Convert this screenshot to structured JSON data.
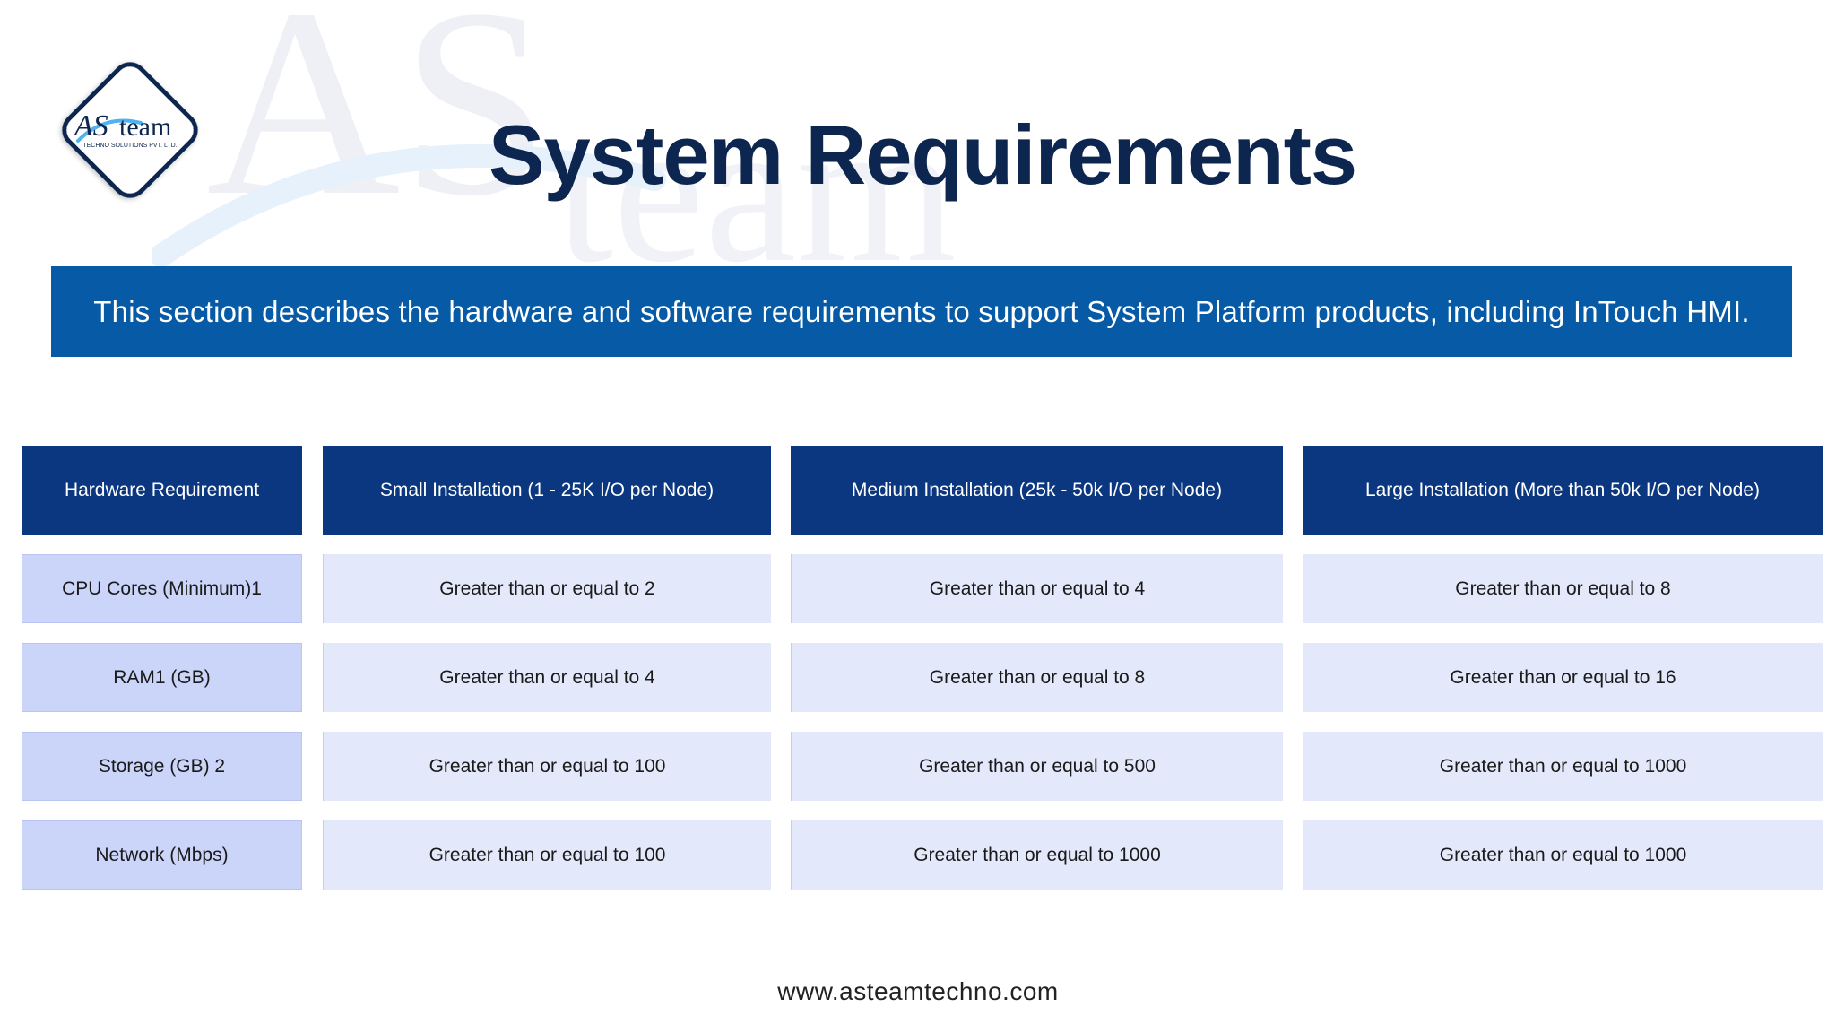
{
  "logo": {
    "brand": "AS team",
    "tagline": "TECHNO SOLUTIONS PVT. LTD."
  },
  "watermark": {
    "text_big": "AS",
    "text_small": "team"
  },
  "title": "System Requirements",
  "banner": {
    "text": "This section describes the hardware and software requirements to support System Platform products, including InTouch HMI."
  },
  "table": {
    "headers": [
      "Hardware Requirement",
      "Small Installation (1 - 25K I/O per Node)",
      "Medium Installation (25k - 50k I/O per Node)",
      "Large Installation (More than 50k I/O per Node)"
    ],
    "rows": [
      [
        "CPU Cores (Minimum)1",
        "Greater than or equal to 2",
        "Greater than or equal to 4",
        "Greater than or equal to 8"
      ],
      [
        "RAM1 (GB)",
        "Greater than or equal to 4",
        "Greater than or equal to 8",
        "Greater than or equal to 16"
      ],
      [
        "Storage (GB) 2",
        "Greater than or equal to 100",
        "Greater than or equal to 500",
        "Greater than or equal to 1000"
      ],
      [
        "Network (Mbps)",
        "Greater than or equal to 100",
        "Greater than or equal to 1000",
        "Greater than or equal to 1000"
      ]
    ]
  },
  "footer": {
    "url": "www.asteamtechno.com"
  },
  "colors": {
    "title": "#0d2650",
    "banner": "#075aa5",
    "table_header": "#0a3780",
    "first_col": "#cbd5fa",
    "cells": "#e3e8fb"
  }
}
